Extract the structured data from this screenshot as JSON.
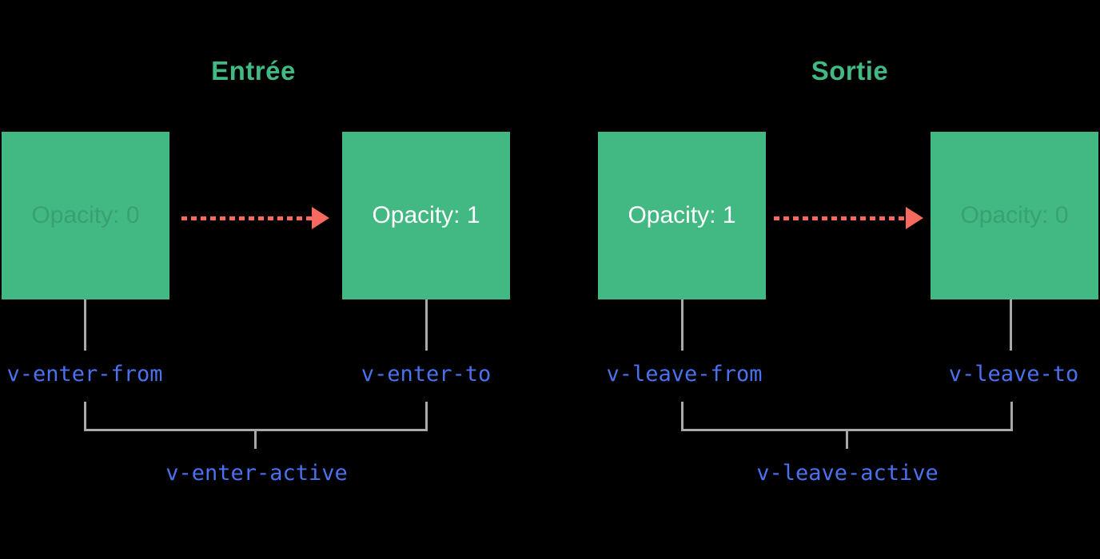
{
  "diagram": {
    "background": "#000000",
    "colors": {
      "box_green": "#42b883",
      "title_green": "#42b883",
      "arrow_red": "#f86960",
      "class_blue": "#4a71f0",
      "connector_gray": "#a8a8a8",
      "box_text_white": "#ffffff"
    },
    "sections": [
      {
        "title": "Entrée",
        "from_box_label": "Opacity: 0",
        "to_box_label": "Opacity: 1",
        "from_class": "v-enter-from",
        "to_class": "v-enter-to",
        "active_class": "v-enter-active"
      },
      {
        "title": "Sortie",
        "from_box_label": "Opacity: 1",
        "to_box_label": "Opacity: 0",
        "from_class": "v-leave-from",
        "to_class": "v-leave-to",
        "active_class": "v-leave-active"
      }
    ]
  }
}
